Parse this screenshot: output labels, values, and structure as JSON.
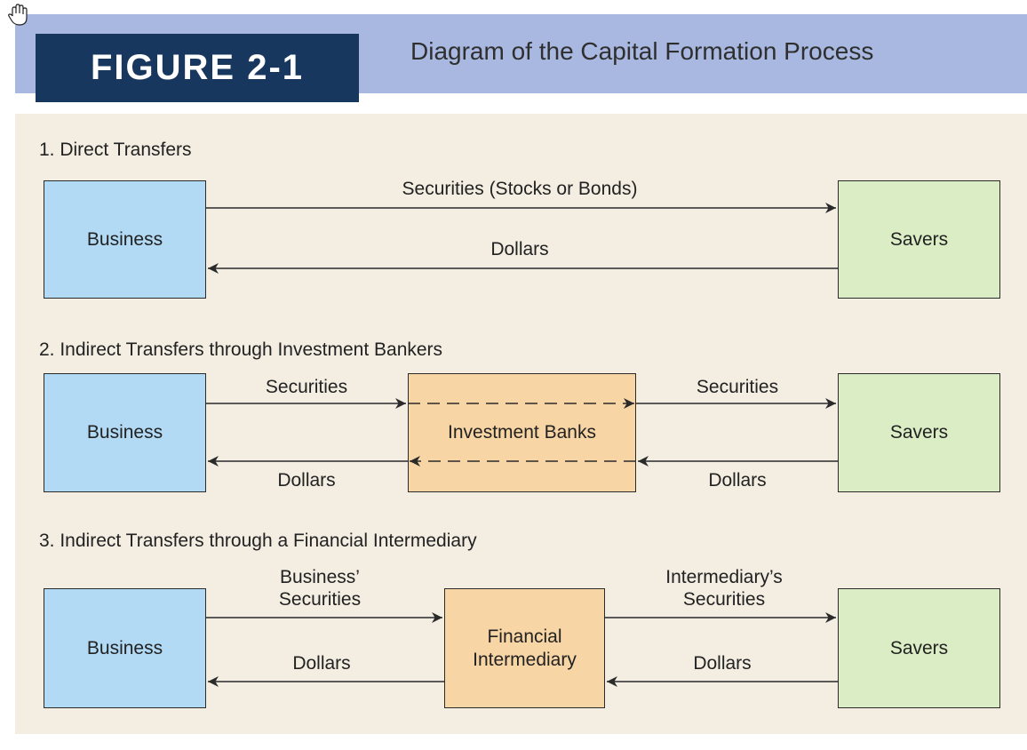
{
  "header": {
    "figure_label": "FIGURE 2-1",
    "title": "Diagram of the Capital Formation Process",
    "band_color": "#a8b8e0",
    "tab_color": "#17375e"
  },
  "colors": {
    "panel_bg": "#f3ede2",
    "business_box": "#b2daf5",
    "savers_box": "#daedc4",
    "intermediary_box": "#f8d5a4"
  },
  "cursor_icon": "hand-cursor-icon",
  "sections": [
    {
      "label": "1. Direct Transfers",
      "left_box": "Business",
      "right_box": "Savers",
      "top_arrow": "Securities (Stocks or Bonds)",
      "bottom_arrow": "Dollars"
    },
    {
      "label": "2. Indirect Transfers through Investment Bankers",
      "left_box": "Business",
      "middle_box": "Investment Banks",
      "right_box": "Savers",
      "top_left_arrow": "Securities",
      "top_right_arrow": "Securities",
      "bottom_left_arrow": "Dollars",
      "bottom_right_arrow": "Dollars"
    },
    {
      "label": "3. Indirect Transfers through a Financial Intermediary",
      "left_box": "Business",
      "middle_box_line1": "Financial",
      "middle_box_line2": "Intermediary",
      "right_box": "Savers",
      "top_left_arrow_line1": "Business’",
      "top_left_arrow_line2": "Securities",
      "top_right_arrow_line1": "Intermediary’s",
      "top_right_arrow_line2": "Securities",
      "bottom_left_arrow": "Dollars",
      "bottom_right_arrow": "Dollars"
    }
  ]
}
